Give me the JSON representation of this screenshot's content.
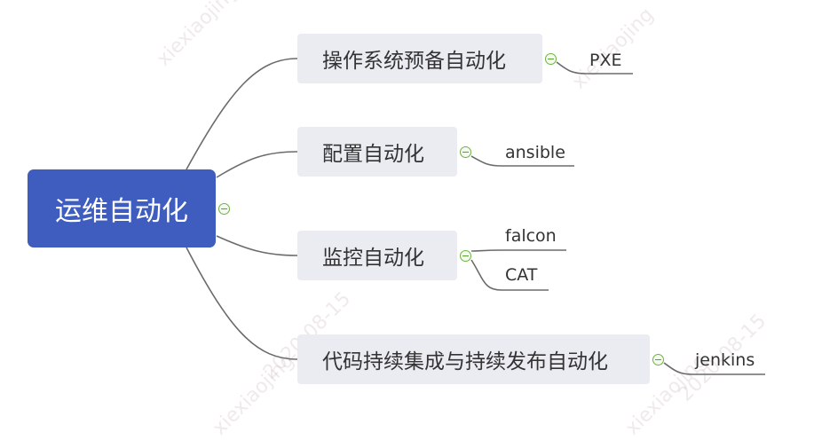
{
  "watermark": {
    "text": "xiexiaojing",
    "date": "2020-08-15"
  },
  "root": {
    "label": "运维自动化"
  },
  "topics": [
    {
      "label": "操作系统预备自动化",
      "leaves": [
        "PXE"
      ]
    },
    {
      "label": "配置自动化",
      "leaves": [
        "ansible"
      ]
    },
    {
      "label": "监控自动化",
      "leaves": [
        "falcon",
        "CAT"
      ]
    },
    {
      "label": "代码持续集成与持续发布自动化",
      "leaves": [
        "jenkins"
      ]
    }
  ],
  "colors": {
    "root_fill": "#3f5cbf",
    "topic_fill": "#eaecf2",
    "connector": "#6b6b6b",
    "toggle": "#6fb240"
  }
}
